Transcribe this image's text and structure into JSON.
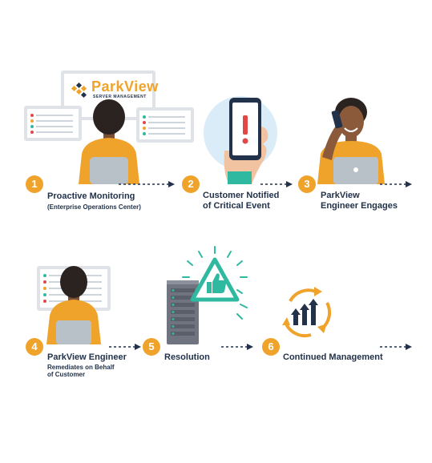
{
  "brand": {
    "name": "ParkView",
    "tagline": "SERVER MANAGEMENT"
  },
  "colors": {
    "orange": "#f0a32b",
    "navy": "#22324a",
    "teal": "#2fb9a1",
    "skin_dark": "#8a5a3b",
    "hair": "#2b2320",
    "laptop": "#b8c0c8",
    "light_blue": "#d9ecf7",
    "server": "#6f7480"
  },
  "steps": [
    {
      "number": "1",
      "title": "Proactive Monitoring",
      "subtitle": "(Enterprise Operations Center)",
      "icon": "engineer-monitoring-icon"
    },
    {
      "number": "2",
      "title": "Customer Notified",
      "title2": "of Critical Event",
      "icon": "phone-alert-icon"
    },
    {
      "number": "3",
      "title": "ParkView",
      "title2": "Engineer Engages",
      "icon": "engineer-phone-icon"
    },
    {
      "number": "4",
      "title": "ParkView Engineer",
      "subtitle": "Remediates on Behalf",
      "subtitle2": "of Customer",
      "icon": "engineer-remediates-icon"
    },
    {
      "number": "5",
      "title": "Resolution",
      "icon": "server-thumbs-up-icon"
    },
    {
      "number": "6",
      "title": "Continued Management",
      "icon": "growth-cycle-icon"
    }
  ]
}
